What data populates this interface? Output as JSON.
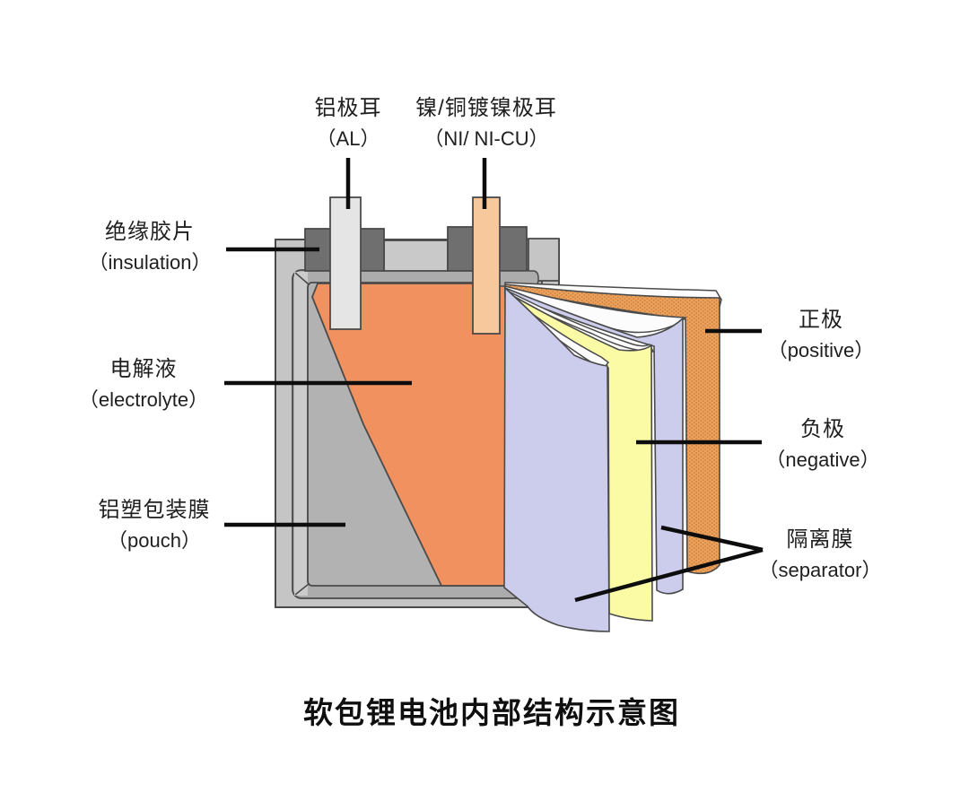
{
  "title": "软包锂电池内部结构示意图",
  "labels": {
    "tab_al": {
      "zh": "铝极耳",
      "en": "（AL）"
    },
    "tab_ni": {
      "zh": "镍/铜镀镍极耳",
      "en": "（NI/ NI-CU）"
    },
    "insulation": {
      "zh": "绝缘胶片",
      "en": "（insulation）"
    },
    "electrolyte": {
      "zh": "电解液",
      "en": "（electrolyte）"
    },
    "pouch": {
      "zh": "铝塑包装膜",
      "en": "（pouch）"
    },
    "positive": {
      "zh": "正极",
      "en": "（positive）"
    },
    "negative": {
      "zh": "负极",
      "en": "（negative）"
    },
    "separator": {
      "zh": "隔离膜",
      "en": "（separator）"
    }
  },
  "colors": {
    "background": "#FFFFFF",
    "pouch_outer": "#C5C5C5",
    "pouch_frame": "#ACACAC",
    "frame_highlight": "#CBCBCB",
    "pouch_inner": "#B2B2B2",
    "insulation_dark": "#6F6F6F",
    "mid_bar": "#C9C9C9",
    "electrolyte_orange": "#F29160",
    "tab_al_fill": "#E5E5E5",
    "tab_ni_fill": "#F6C89B",
    "separator_lavender": "#CCCCEC",
    "negative_yellow": "#FBFBA6",
    "positive_orange": "#EAA25C",
    "positive_dot": "#CC7B38",
    "sheet_white": "#FCFCFC",
    "outline": "#4A4A4A",
    "leader_line": "#0D0D0D",
    "text": "#1F1F1F"
  }
}
